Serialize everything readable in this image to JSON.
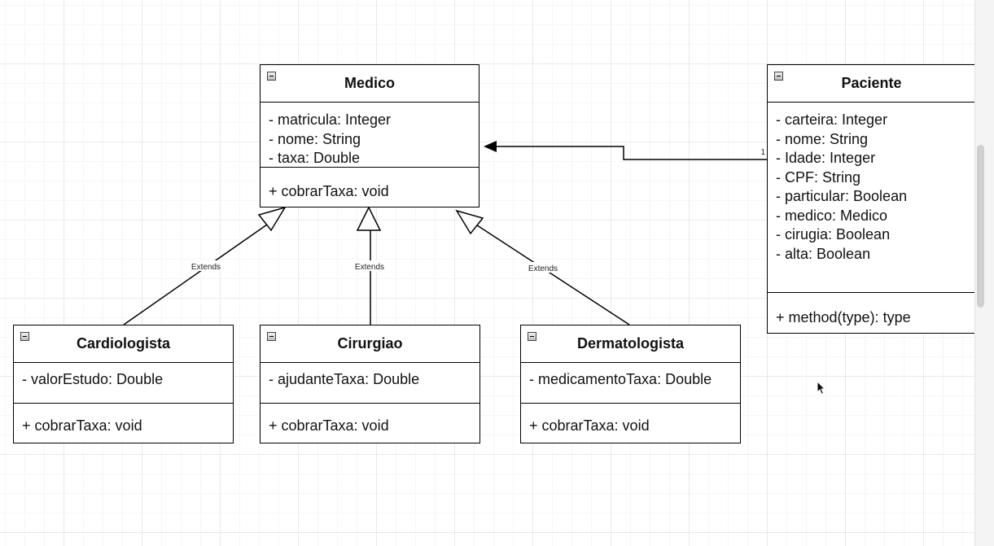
{
  "classes": {
    "medico": {
      "name": "Medico",
      "attributes": [
        "- matricula: Integer",
        "- nome: String",
        "- taxa: Double"
      ],
      "methods": [
        "+ cobrarTaxa: void"
      ]
    },
    "paciente": {
      "name": "Paciente",
      "attributes": [
        "- carteira: Integer",
        "- nome: String",
        "- Idade: Integer",
        "- CPF: String",
        "- particular: Boolean",
        "- medico: Medico",
        "- cirugia: Boolean",
        "- alta: Boolean"
      ],
      "methods": [
        "+ method(type): type"
      ]
    },
    "cardiologista": {
      "name": "Cardiologista",
      "attributes": [
        "- valorEstudo: Double"
      ],
      "methods": [
        "+ cobrarTaxa: void"
      ]
    },
    "cirurgiao": {
      "name": "Cirurgiao",
      "attributes": [
        "- ajudanteTaxa: Double"
      ],
      "methods": [
        "+ cobrarTaxa: void"
      ]
    },
    "dermatologista": {
      "name": "Dermatologista",
      "attributes": [
        "- medicamentoTaxa: Double"
      ],
      "methods": [
        "+ cobrarTaxa: void"
      ]
    }
  },
  "relations": {
    "cardiologista_label": "Extends",
    "cirurgiao_label": "Extends",
    "dermatologista_label": "Extends",
    "association_multiplicity": "1"
  }
}
